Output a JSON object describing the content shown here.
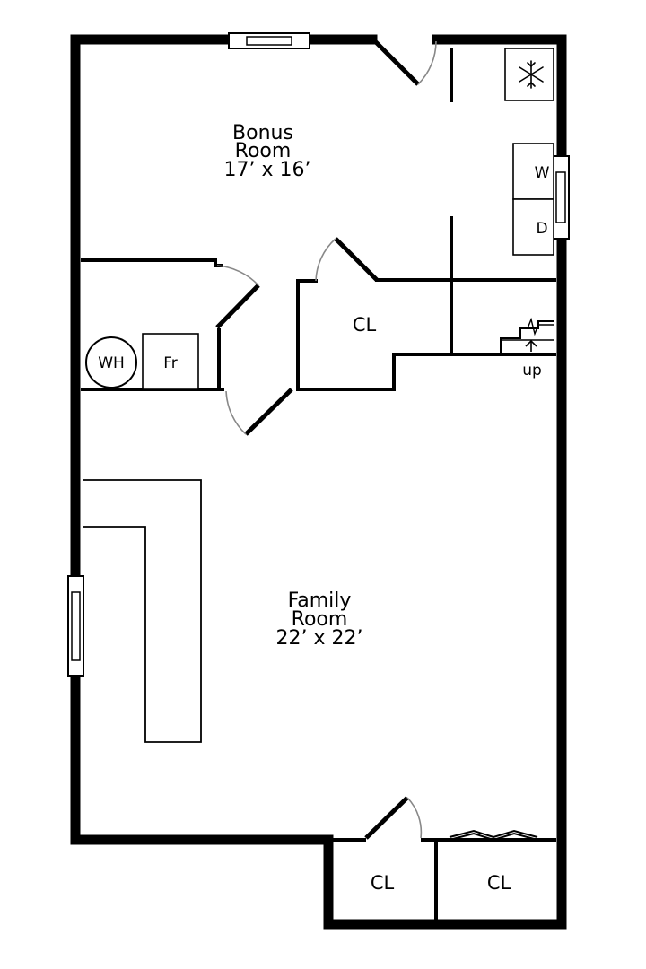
{
  "rooms": {
    "bonus": {
      "name_line1": "Bonus",
      "name_line2": "Room",
      "size": "17’ x 16’"
    },
    "family": {
      "name_line1": "Family",
      "name_line2": "Room",
      "size": "22’ x 22’"
    }
  },
  "closets": {
    "center": "CL",
    "bottom_left": "CL",
    "bottom_right": "CL"
  },
  "appliances": {
    "water_heater": "WH",
    "furnace": "Fr",
    "washer": "W",
    "dryer": "D",
    "freezer_icon": "snowflake-icon"
  },
  "stairs": {
    "label": "up"
  },
  "colors": {
    "wall": "#000000",
    "door_swing": "#888888",
    "background": "#ffffff"
  }
}
